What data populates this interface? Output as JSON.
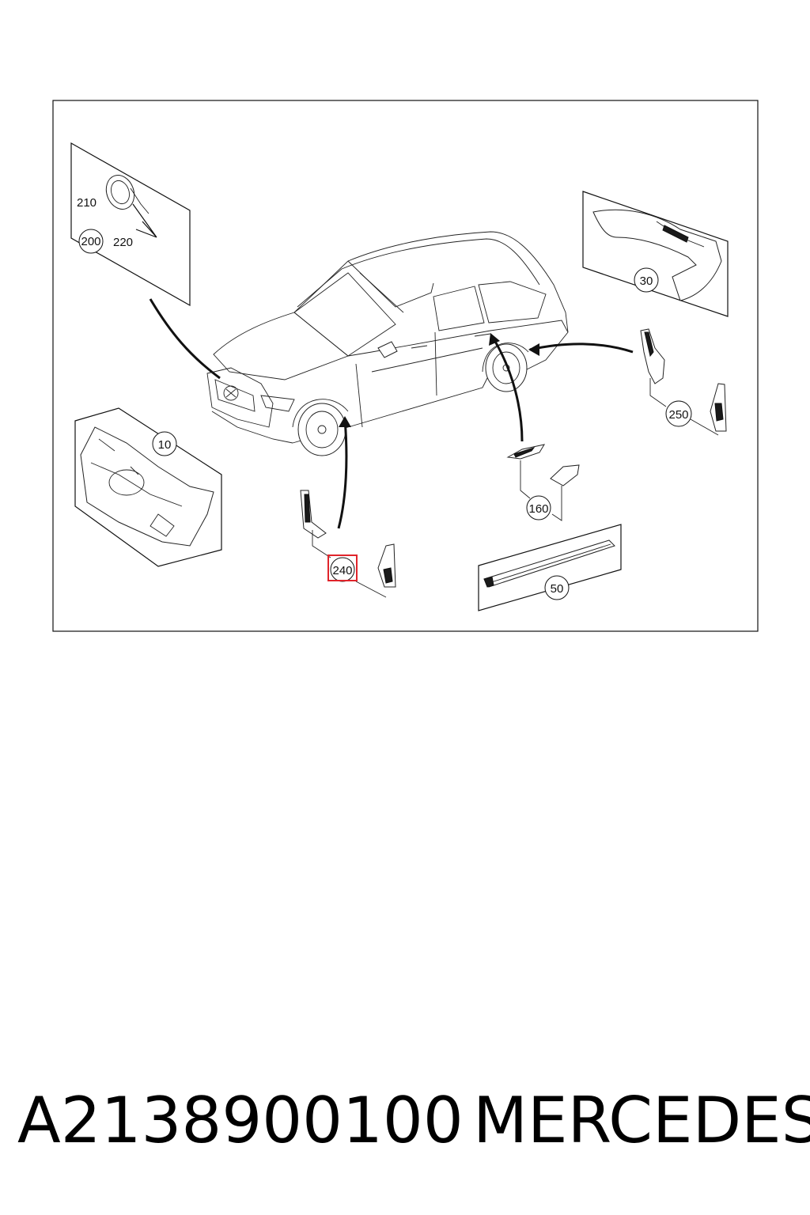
{
  "callouts": {
    "c200": "200",
    "c210": "210",
    "c220": "220",
    "c10": "10",
    "c240": "240",
    "c30": "30",
    "c250": "250",
    "c160": "160",
    "c50": "50"
  },
  "highlighted_callout": "240",
  "colors": {
    "highlight": "#e0242b",
    "line": "#111111"
  },
  "caption": {
    "part_number": "A2138900100",
    "brand": "MERCEDES"
  }
}
